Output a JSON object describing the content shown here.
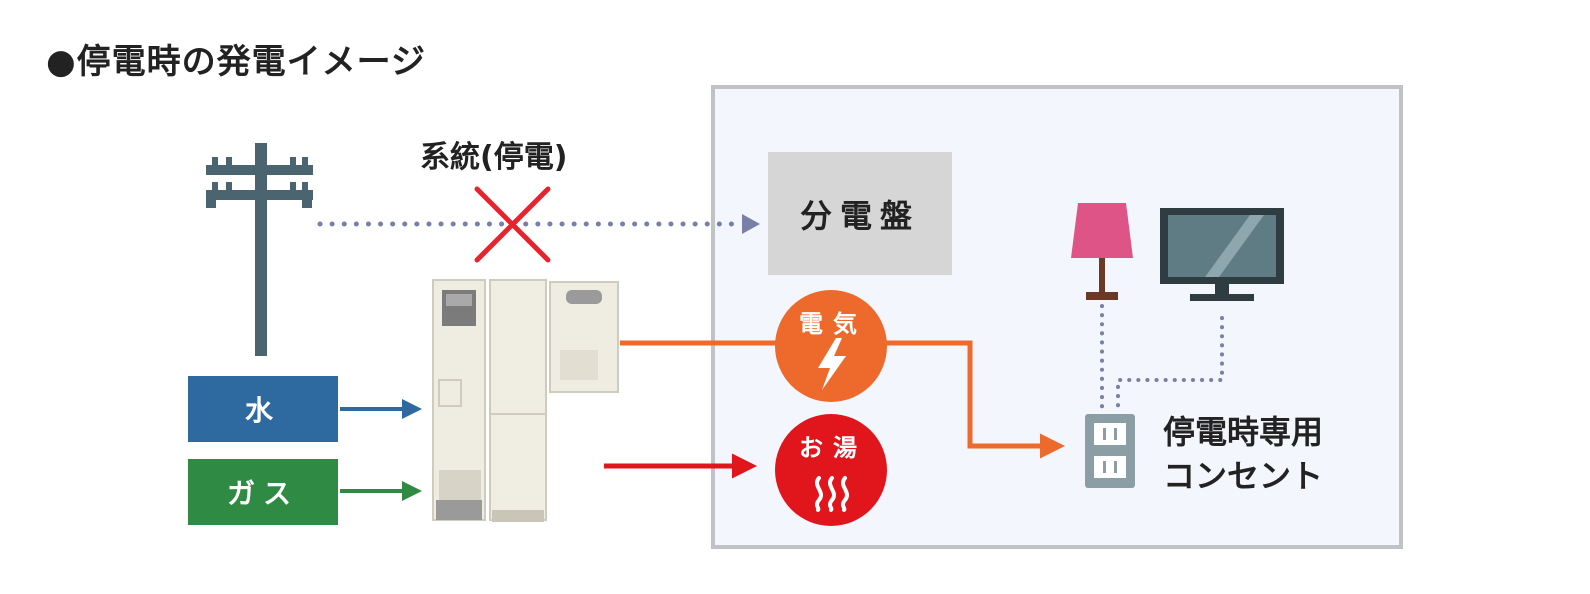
{
  "title": "●停電時の発電イメージ",
  "grid_label": "系統(停電)",
  "inputs": {
    "water": "水",
    "gas": "ガス"
  },
  "distribution_panel": "分電盤",
  "outputs": {
    "electricity": "電気",
    "hot_water": "お湯"
  },
  "outlet_label": {
    "line1": "停電時専用",
    "line2": "コンセント"
  },
  "colors": {
    "water": "#2e6aa0",
    "gas": "#2f8a44",
    "electricity": "#ee6a2c",
    "hot_water": "#e1161d",
    "blocked_x": "#e8232e",
    "dotted_line": "#7880a8",
    "house_bg": "#f3f6fc",
    "house_border": "#c0c2c6",
    "lamp_shade": "#df5487",
    "tv": "#2f3d43"
  },
  "icons": [
    "utility-pole-icon",
    "cross-icon",
    "fuel-cell-unit-icon",
    "lightning-icon",
    "steam-icon",
    "lamp-icon",
    "tv-icon",
    "outlet-icon"
  ]
}
